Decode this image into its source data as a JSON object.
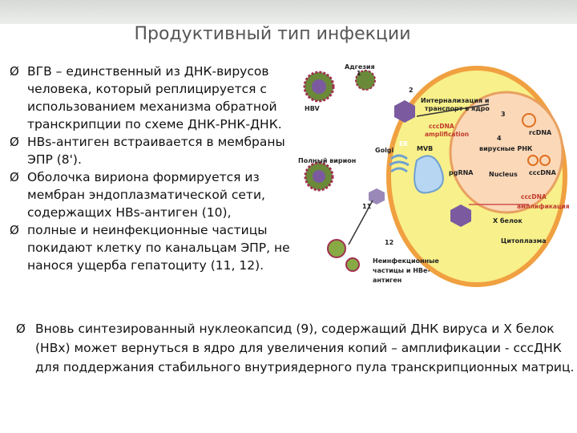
{
  "slide": {
    "title": "Продуктивный тип инфекции",
    "bullets": [
      "ВГВ – единственный из ДНК-вирусов человека, который реплицируется с использованием механизма обратной транскрипции по схеме ДНК-РНК-ДНК.",
      "HBs-антиген встраивается в мембраны ЭПР (8').",
      "Оболочка вириона формируется из мембран эндоплазматической сети, содержащих HBs-антиген (10),",
      "полные и неинфекционные частицы покидают клетку по канальцам ЭПР, не нанося ущерба гепатоциту (11, 12)."
    ],
    "bottom_bullet": "Вновь синтезированный нуклеокапсид (9), содержащий ДНК вируса и Х белок (НВх) может вернуться в ядро для увеличения копий – амплификации - сссДНК для поддержания стабильного внутриядерного пула транскрипционных матриц.",
    "bullet_marker": "Ø"
  },
  "diagram": {
    "labels": {
      "adhesion": "Адгезия",
      "hbv": "HBV",
      "internalization": "Интернализация и",
      "transport": "транспорт в ядро",
      "cccdna_amp1": "cccDNA",
      "cccdna_amp2": "amplification",
      "rcdna": "rcDNA",
      "viral_rna": "вирусные РНК",
      "cccdna": "cccDNA",
      "full_virion": "Полный вирион",
      "mvb": "MVB",
      "er": "ER",
      "golgi": "Golgi",
      "pgrna": "pgRNA",
      "nucleus": "Nucleus",
      "cccdna_red": "cccDNA",
      "amplification_ru": "амплификация",
      "x_protein": "X белок",
      "cytoplasm": "Цитоплазма",
      "noninf1": "Неинфекционные",
      "noninf2": "частицы и HBe-",
      "noninf3": "антиген",
      "n1": "1",
      "n2": "2",
      "n3": "3",
      "n4": "4",
      "n11": "11",
      "n12": "12"
    }
  }
}
